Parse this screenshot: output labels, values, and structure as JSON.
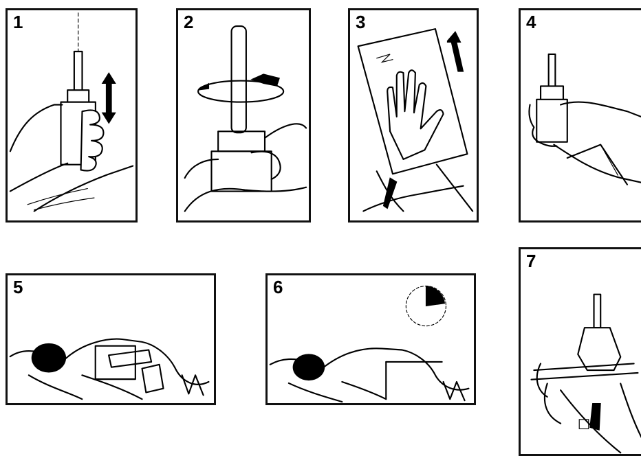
{
  "steps": [
    {
      "number": "1",
      "icon": "shake-bottle"
    },
    {
      "number": "2",
      "icon": "twist-cap"
    },
    {
      "number": "3",
      "icon": "glove-hand"
    },
    {
      "number": "4",
      "icon": "hold-bottle-upright"
    },
    {
      "number": "5",
      "icon": "apply-to-patient"
    },
    {
      "number": "6",
      "icon": "wait-timer"
    },
    {
      "number": "7",
      "icon": "remove-and-dispose"
    }
  ]
}
